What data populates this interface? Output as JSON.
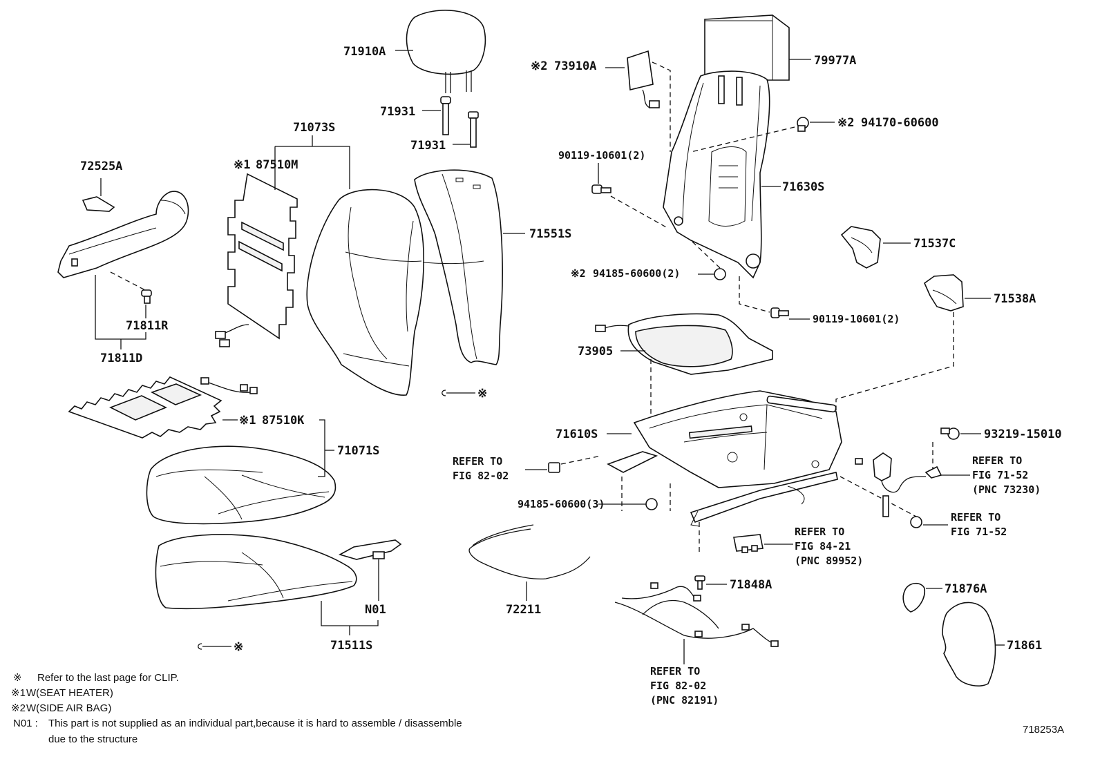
{
  "labels": {
    "p71910A": "71910A",
    "p71931a": "71931",
    "p71931b": "71931",
    "p71073S": "71073S",
    "p87510M_mark": "※1",
    "p87510M": "87510M",
    "p72525A": "72525A",
    "p71811R": "71811R",
    "p71811D": "71811D",
    "p71551S": "71551S",
    "p73910A_mark": "※2",
    "p73910A": "73910A",
    "p79977A": "79977A",
    "p94170_mark": "※2",
    "p94170": "94170-60600",
    "p90119a": "90119-10601(2)",
    "p71630S": "71630S",
    "p71537C": "71537C",
    "p94185a_mark": "※2",
    "p94185a": "94185-60600(2)",
    "p71538A": "71538A",
    "p90119b": "90119-10601(2)",
    "p73905": "73905",
    "p87510K_mark": "※1",
    "p87510K": "87510K",
    "p71071S": "71071S",
    "p71610S": "71610S",
    "p93219": "93219-15010",
    "p94185b": "94185-60600(3)",
    "pN01": "N01",
    "p71511S": "71511S",
    "p72211": "72211",
    "p71848A": "71848A",
    "p71876A": "71876A",
    "p71861": "71861",
    "clip_mark1": "※",
    "clip_mark2": "※"
  },
  "refs": {
    "r1_l1": "REFER TO",
    "r1_l2": "FIG 82-02",
    "r2_l1": "REFER TO",
    "r2_l2": "FIG 71-52",
    "r2_l3": "(PNC 73230)",
    "r3_l1": "REFER TO",
    "r3_l2": "FIG 71-52",
    "r4_l1": "REFER TO",
    "r4_l2": "FIG 84-21",
    "r4_l3": "(PNC 89952)",
    "r5_l1": "REFER TO",
    "r5_l2": "FIG 82-02",
    "r5_l3": "(PNC 82191)"
  },
  "notes": {
    "n1_mark": "※",
    "n1": "Refer to the last page for CLIP.",
    "n2_mark": "※1",
    "n2": "W(SEAT HEATER)",
    "n3_mark": "※2",
    "n3": "W(SIDE AIR BAG)",
    "n4_mark": "N01 :",
    "n4": "This part is not supplied as an individual part,because it is hard to assemble / disassemble",
    "n4_cont": "due to the structure"
  },
  "figure_number": "718253A"
}
